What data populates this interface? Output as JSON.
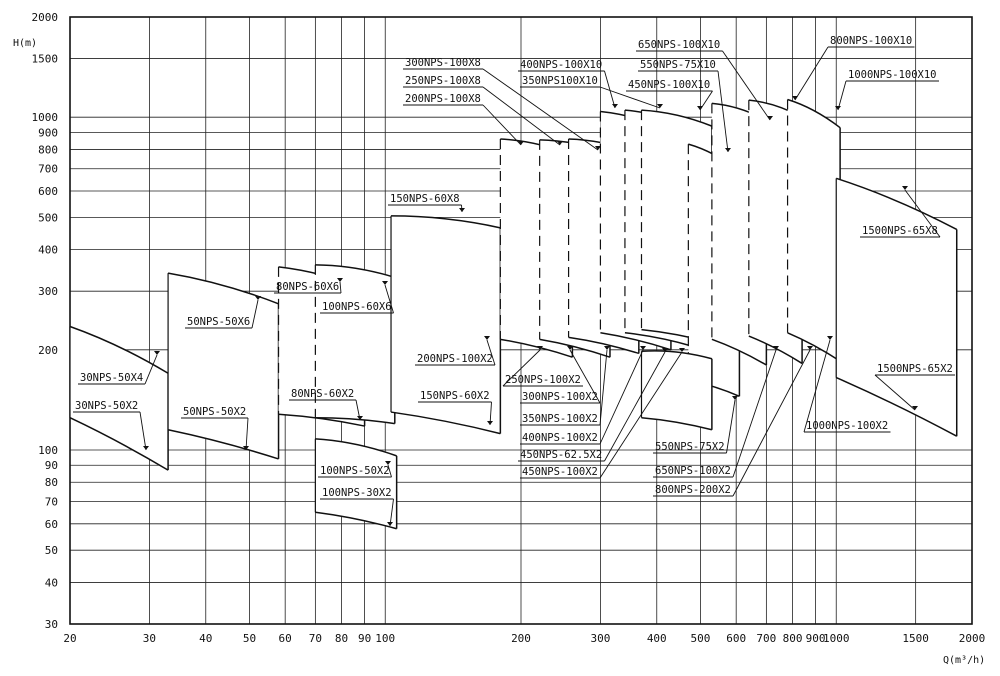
{
  "chart_data": {
    "type": "line",
    "title": "",
    "xlabel": "Q(m³/h)",
    "ylabel": "H(m)",
    "x_scale": "log",
    "y_scale": "log",
    "xlim": [
      20,
      2000
    ],
    "ylim": [
      30,
      2000
    ],
    "grid": true,
    "x_ticks": [
      {
        "value": 20,
        "label": "20"
      },
      {
        "value": 30,
        "label": "30"
      },
      {
        "value": 40,
        "label": "40"
      },
      {
        "value": 50,
        "label": "50"
      },
      {
        "value": 60,
        "label": "60"
      },
      {
        "value": 70,
        "label": "70"
      },
      {
        "value": 80,
        "label": "80"
      },
      {
        "value": 90,
        "label": "90"
      },
      {
        "value": 100,
        "label": "100"
      },
      {
        "value": 200,
        "label": "200"
      },
      {
        "value": 300,
        "label": "300"
      },
      {
        "value": 400,
        "label": "400"
      },
      {
        "value": 500,
        "label": "500"
      },
      {
        "value": 600,
        "label": "600"
      },
      {
        "value": 700,
        "label": "700"
      },
      {
        "value": 800,
        "label": "800"
      },
      {
        "value": 900,
        "label": "900"
      },
      {
        "value": 1000,
        "label": "1000"
      },
      {
        "value": 1500,
        "label": "1500"
      },
      {
        "value": 2000,
        "label": "2000"
      }
    ],
    "y_ticks": [
      {
        "value": 30,
        "label": "30"
      },
      {
        "value": 40,
        "label": "40"
      },
      {
        "value": 50,
        "label": "50"
      },
      {
        "value": 60,
        "label": "60"
      },
      {
        "value": 70,
        "label": "70"
      },
      {
        "value": 80,
        "label": "80"
      },
      {
        "value": 90,
        "label": "90"
      },
      {
        "value": 100,
        "label": "100"
      },
      {
        "value": 200,
        "label": "200"
      },
      {
        "value": 300,
        "label": "300"
      },
      {
        "value": 400,
        "label": "400"
      },
      {
        "value": 500,
        "label": "500"
      },
      {
        "value": 600,
        "label": "600"
      },
      {
        "value": 700,
        "label": "700"
      },
      {
        "value": 800,
        "label": "800"
      },
      {
        "value": 900,
        "label": "900"
      },
      {
        "value": 1000,
        "label": "1000"
      },
      {
        "value": 1500,
        "label": "1500"
      },
      {
        "value": 2000,
        "label": "2000"
      }
    ],
    "zones": [
      {
        "top": "30NPS-50X4",
        "bottom": "30NPS-50X2",
        "q": [
          20,
          33
        ],
        "h_top": [
          235,
          170
        ],
        "h_bot": [
          125,
          87
        ],
        "dashed_left": false
      },
      {
        "top": "50NPS-50X6",
        "bottom": "50NPS-50X2",
        "q": [
          33,
          58
        ],
        "h_top": [
          340,
          275
        ],
        "h_bot": [
          115,
          94
        ],
        "dashed_left": false
      },
      {
        "top": "80NPS-60X6",
        "bottom": "80NPS-60X2",
        "q": [
          58,
          90
        ],
        "h_top": [
          355,
          305
        ],
        "h_bot": [
          128,
          118
        ],
        "dashed_left": true
      },
      {
        "top": "100NPS-60X6",
        "bottom": "",
        "q": [
          70,
          105
        ],
        "h_top": [
          360,
          330
        ],
        "h_bot": [
          125,
          120
        ],
        "dashed_left": true
      },
      {
        "top": "100NPS-50X2",
        "bottom": "100NPS-30X2",
        "q": [
          70,
          106
        ],
        "h_top": [
          108,
          96
        ],
        "h_bot": [
          65,
          58
        ],
        "dashed_left": false
      },
      {
        "top": "150NPS-60X8",
        "bottom": "150NPS-60X2",
        "q": [
          103,
          180
        ],
        "h_top": [
          505,
          465
        ],
        "h_bot": [
          130,
          112
        ],
        "dashed_left": false
      },
      {
        "top": "200NPS-100X8",
        "bottom": "200NPS-100X2",
        "q": [
          180,
          260
        ],
        "h_top": [
          860,
          770
        ],
        "h_bot": [
          215,
          190
        ],
        "dashed_left": true
      },
      {
        "top": "250NPS-100X8",
        "bottom": "250NPS-100X2",
        "q": [
          220,
          315
        ],
        "h_top": [
          855,
          780
        ],
        "h_bot": [
          215,
          190
        ],
        "dashed_left": true
      },
      {
        "top": "300NPS-100X8",
        "bottom": "300NPS-100X2",
        "q": [
          255,
          365
        ],
        "h_top": [
          860,
          780
        ],
        "h_bot": [
          218,
          195
        ],
        "dashed_left": true
      },
      {
        "top": "350NPS100X10",
        "bottom": "350NPS-100X2",
        "q": [
          300,
          430
        ],
        "h_top": [
          1040,
          910
        ],
        "h_bot": [
          225,
          200
        ],
        "dashed_left": true
      },
      {
        "top": "400NPS-100X10",
        "bottom": "400NPS-100X2",
        "q": [
          340,
          480
        ],
        "h_top": [
          1050,
          930
        ],
        "h_bot": [
          225,
          205
        ],
        "dashed_left": true
      },
      {
        "top": "450NPS-100X10",
        "bottom": "450NPS-100X2",
        "q": [
          370,
          530
        ],
        "h_top": [
          1050,
          940
        ],
        "h_bot": [
          230,
          210
        ],
        "dashed_left": true
      },
      {
        "top": "550NPS-75X10",
        "bottom": "550NPS-75X2",
        "q": [
          470,
          610
        ],
        "h_top": [
          830,
          690
        ],
        "h_bot": [
          162,
          145
        ],
        "dashed_left": true
      },
      {
        "top": "450NPS-62.5X2",
        "bottom": "",
        "q": [
          370,
          530
        ],
        "h_top": [
          198,
          188
        ],
        "h_bot": [
          125,
          115
        ],
        "dashed_left": false
      },
      {
        "top": "650NPS-100X10",
        "bottom": "650NPS-100X2",
        "q": [
          530,
          700
        ],
        "h_top": [
          1100,
          980
        ],
        "h_bot": [
          215,
          180
        ],
        "dashed_left": true
      },
      {
        "top": "800NPS-100X10",
        "bottom": "800NPS-200X2",
        "q": [
          640,
          840
        ],
        "h_top": [
          1125,
          1000
        ],
        "h_bot": [
          220,
          182
        ],
        "dashed_left": true
      },
      {
        "top": "1000NPS-100X10",
        "bottom": "1000NPS-100X2",
        "q": [
          780,
          1020
        ],
        "h_top": [
          1130,
          930
        ],
        "h_bot": [
          225,
          185
        ],
        "dashed_left": true
      },
      {
        "top": "1500NPS-65X8",
        "bottom": "1500NPS-65X2",
        "q": [
          1000,
          1850
        ],
        "h_top": [
          655,
          460
        ],
        "h_bot": [
          165,
          110
        ],
        "dashed_left": false
      }
    ],
    "series_labels": [
      "30NPS-50X4",
      "30NPS-50X2",
      "50NPS-50X6",
      "50NPS-50X2",
      "80NPS-60X6",
      "100NPS-60X6",
      "80NPS-60X2",
      "100NPS-50X2",
      "100NPS-30X2",
      "150NPS-60X8",
      "200NPS-100X2",
      "150NPS-60X2",
      "300NPS-100X8",
      "250NPS-100X8",
      "200NPS-100X8",
      "400NPS-100X10",
      "350NPS100X10",
      "650NPS-100X10",
      "550NPS-75X10",
      "450NPS-100X10",
      "800NPS-100X10",
      "1000NPS-100X10",
      "1500NPS-65X8",
      "1500NPS-65X2",
      "250NPS-100X2",
      "300NPS-100X2",
      "350NPS-100X2",
      "400NPS-100X2",
      "450NPS-62.5X2",
      "450NPS-100X2",
      "550NPS-75X2",
      "650NPS-100X2",
      "800NPS-200X2",
      "1000NPS-100X2"
    ]
  }
}
